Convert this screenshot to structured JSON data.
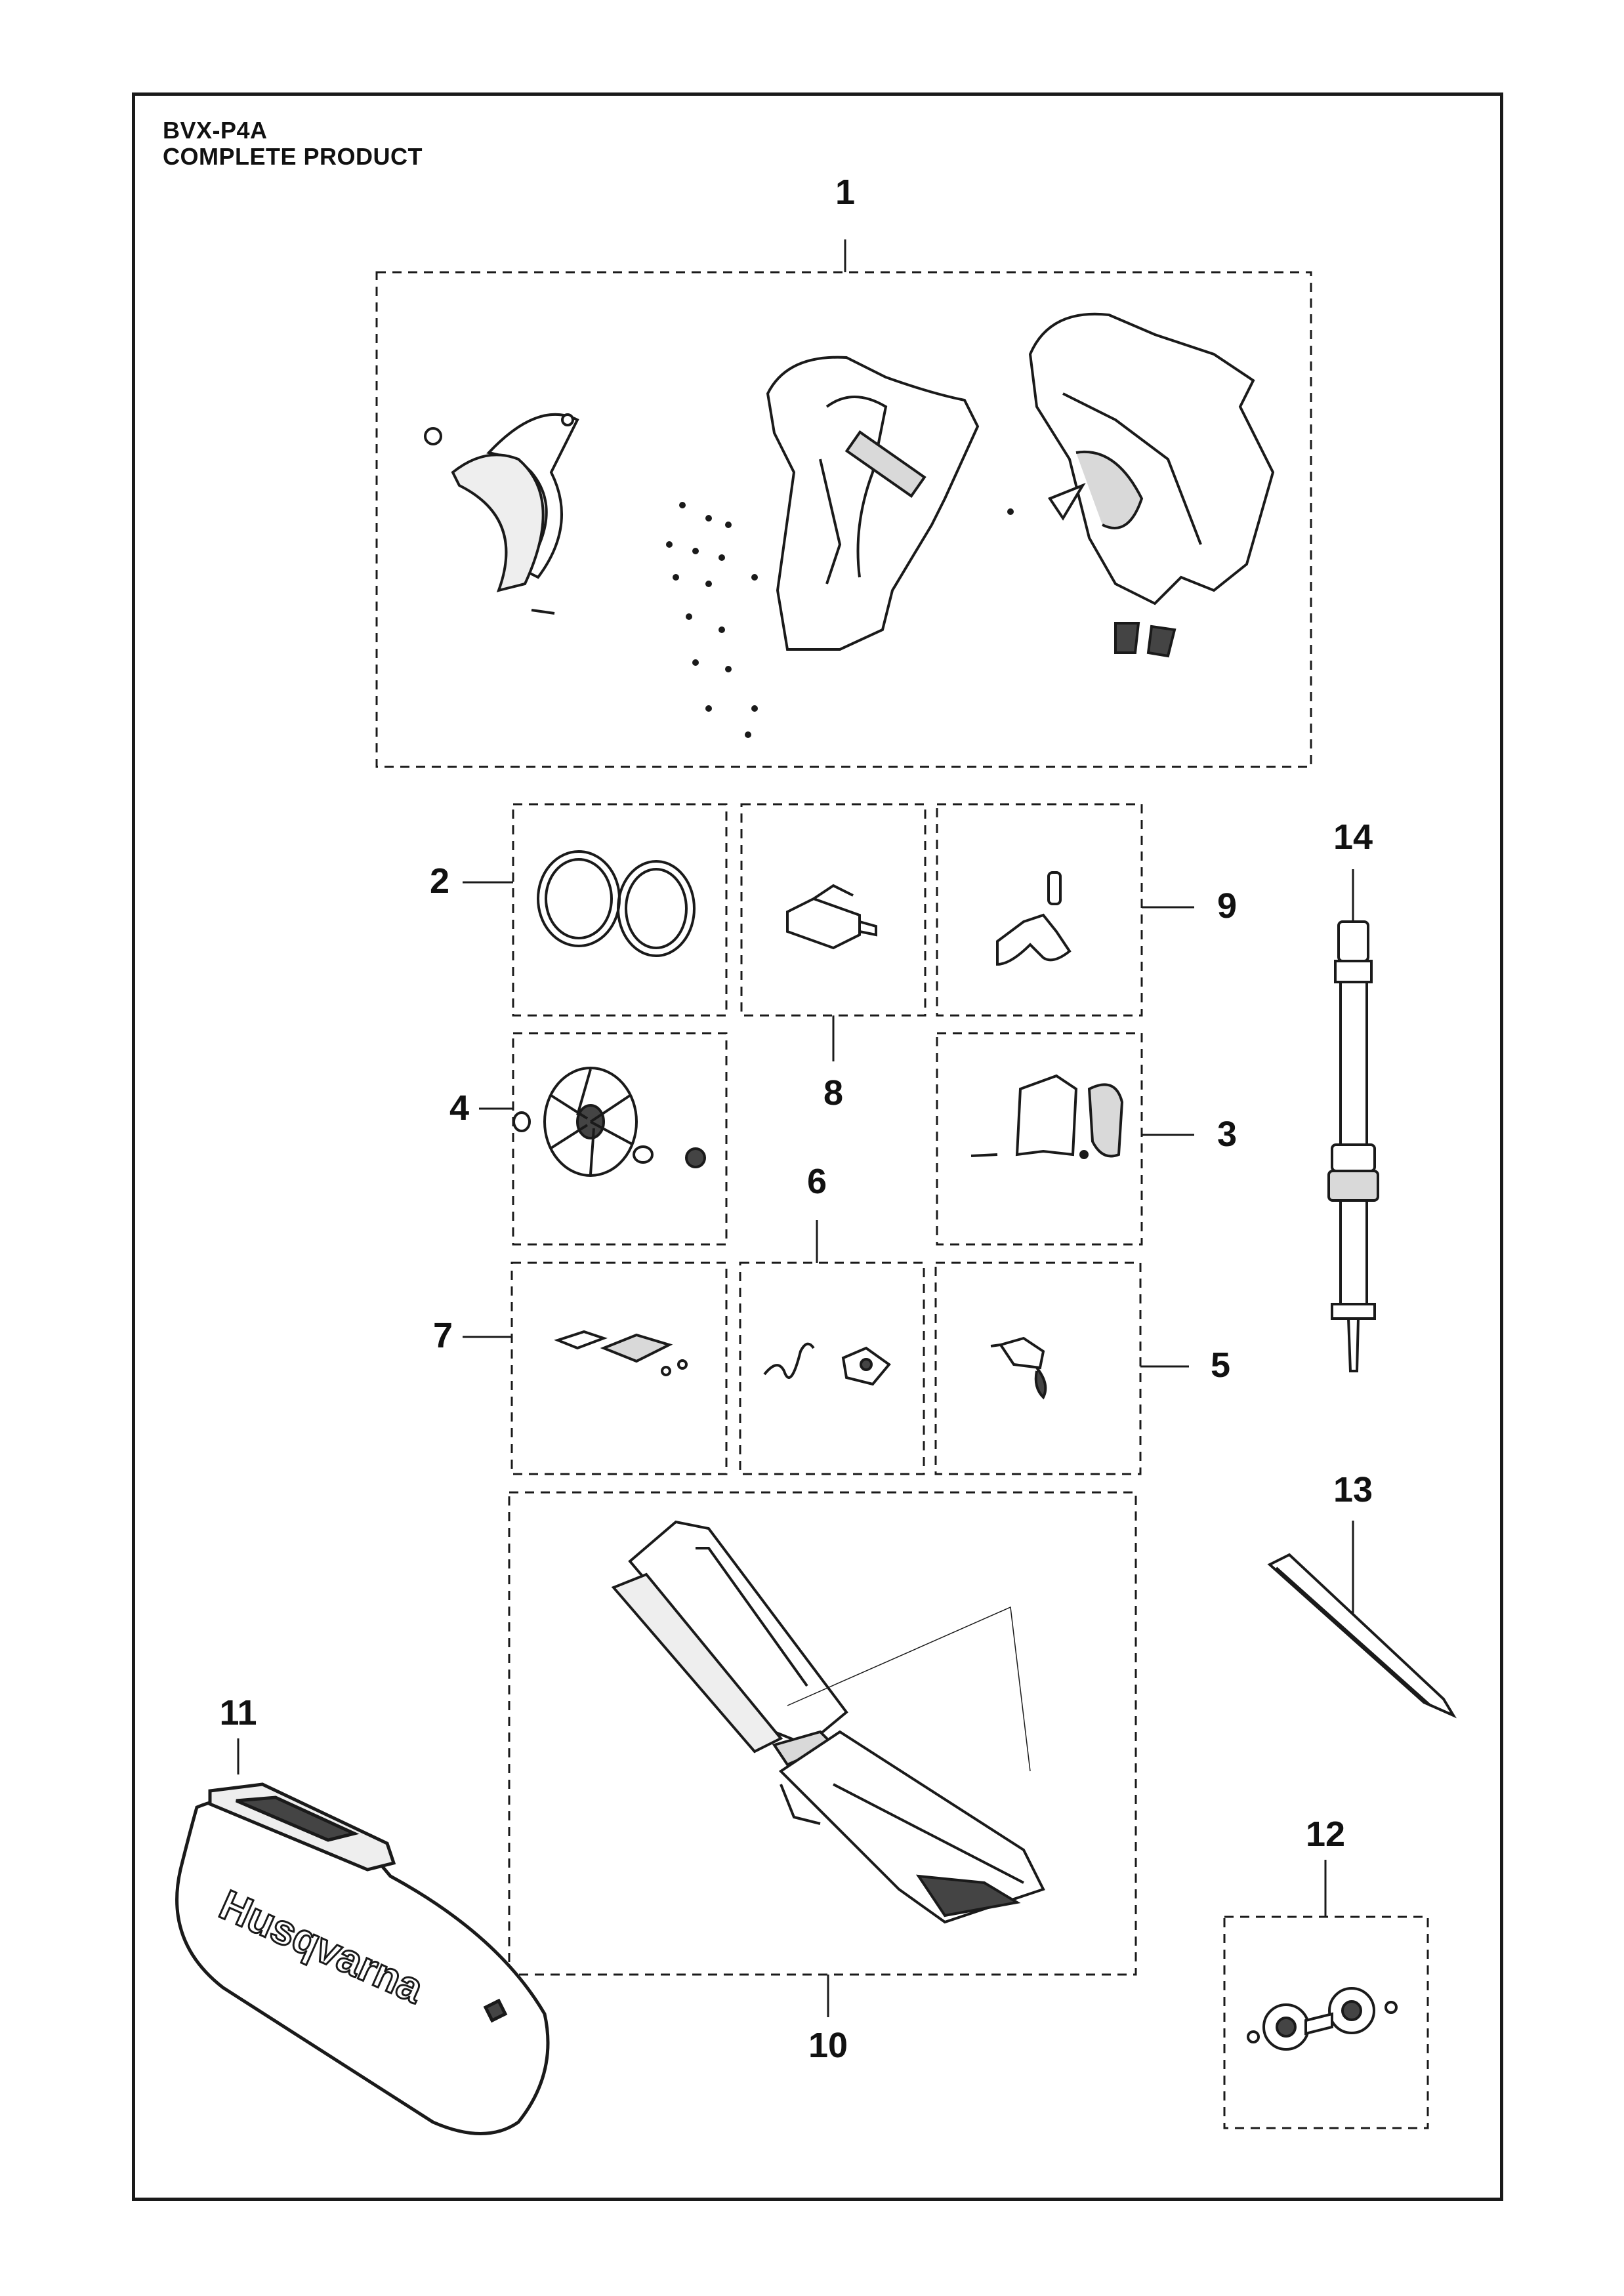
{
  "header": {
    "model": "BVX-P4A",
    "title": "COMPLETE PRODUCT"
  },
  "callouts": [
    {
      "id": "1",
      "label": "1"
    },
    {
      "id": "2",
      "label": "2"
    },
    {
      "id": "3",
      "label": "3"
    },
    {
      "id": "4",
      "label": "4"
    },
    {
      "id": "5",
      "label": "5"
    },
    {
      "id": "6",
      "label": "6"
    },
    {
      "id": "7",
      "label": "7"
    },
    {
      "id": "8",
      "label": "8"
    },
    {
      "id": "9",
      "label": "9"
    },
    {
      "id": "10",
      "label": "10"
    },
    {
      "id": "11",
      "label": "11"
    },
    {
      "id": "12",
      "label": "12"
    },
    {
      "id": "13",
      "label": "13"
    },
    {
      "id": "14",
      "label": "14"
    }
  ],
  "brand": "Husqvarna",
  "colors": {
    "line": "#1a1a1a",
    "shade": "#444444",
    "light": "#d9d9d9",
    "paper": "#ffffff"
  }
}
